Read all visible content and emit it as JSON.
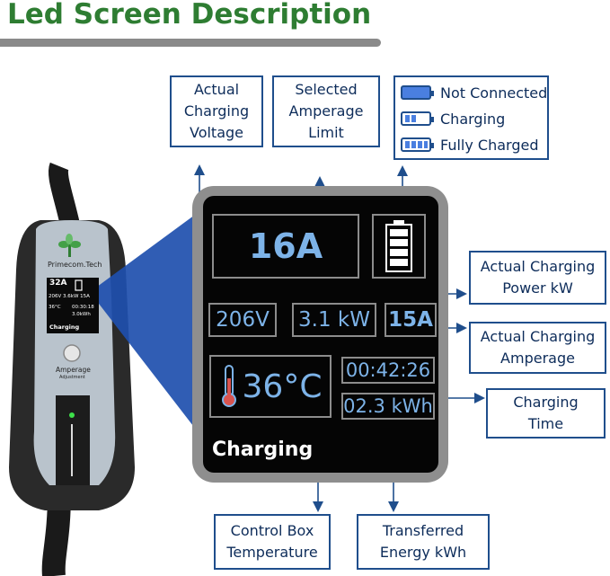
{
  "title": "Led Screen Description",
  "labels": {
    "voltage": "Actual\nCharging\nVoltage",
    "amp_limit": "Selected\nAmperage\nLimit",
    "power": "Actual Charging\nPower kW",
    "amperage": "Actual Charging\nAmperage",
    "time": "Charging\nTime",
    "temperature": "Control Box\nTemperature",
    "energy": "Transferred\nEnergy kWh"
  },
  "legend": [
    {
      "label": "Not Connected"
    },
    {
      "label": "Charging"
    },
    {
      "label": "Fully Charged"
    }
  ],
  "screen": {
    "amp_limit": "16A",
    "voltage": "206V",
    "power": "3.1 kW",
    "amperage": "15A",
    "temperature": "36°C",
    "time": "00:42:26",
    "energy": "02.3 kWh",
    "status": "Charging"
  },
  "device": {
    "brand": "Primecom.Tech",
    "mini_amp": "32A",
    "mini_line1": "206V 3.6kW 15A",
    "mini_line2a": "36°C",
    "mini_line2b": "00:30:18",
    "mini_line3": "3.0kWh",
    "mini_status": "Charging",
    "button_label": "Amperage",
    "button_sub": "Adjustment"
  },
  "colors": {
    "title": "#2e7d32",
    "box_border": "#1f4e8c",
    "screen_text": "#7db3e8",
    "beam": "#1e4fae",
    "battery_fill": "#4a7fe0"
  }
}
